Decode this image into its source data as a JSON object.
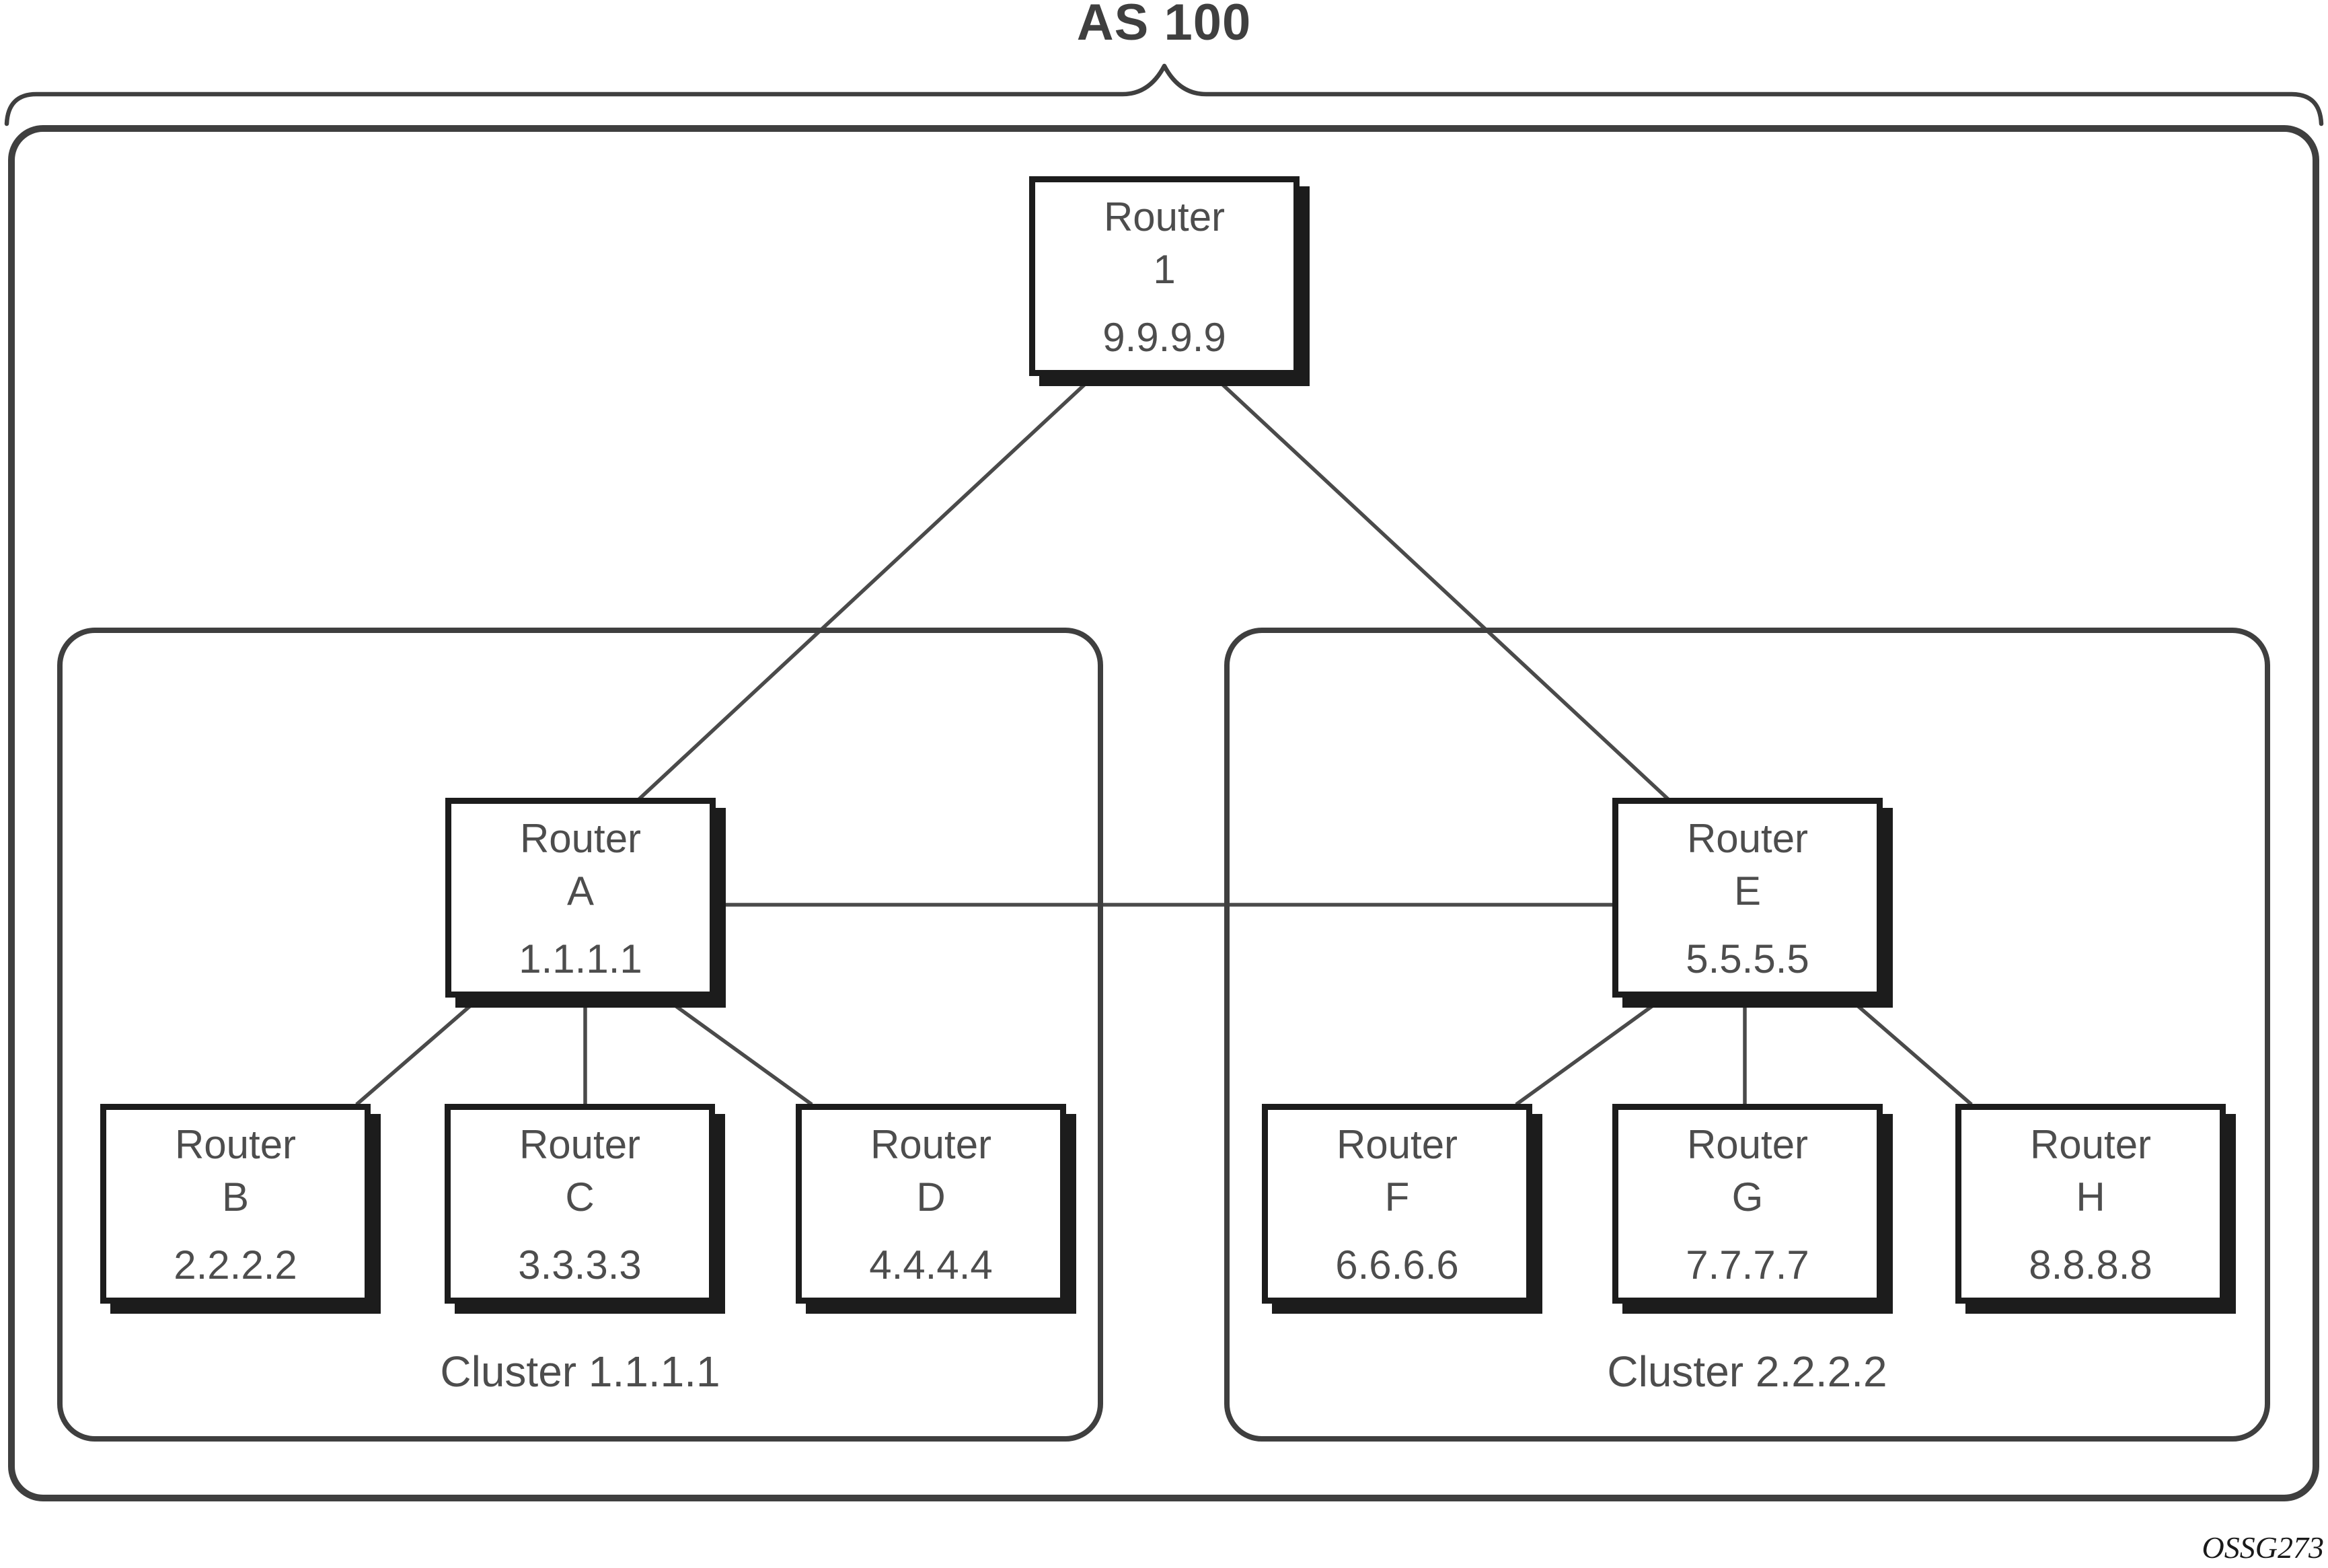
{
  "title": "AS 100",
  "figure_code": "OSSG273",
  "colors": {
    "box_border": "#1c1c1c",
    "outline": "#3f3f3f",
    "line": "#4a4a4a",
    "text": "#4d4d4d",
    "title_text": "#3f3f3f",
    "figure_text": "#1a1a1a"
  },
  "nodes": {
    "r1": {
      "type_label": "Router",
      "name": "1",
      "ip": "9.9.9.9"
    },
    "ra": {
      "type_label": "Router",
      "name": "A",
      "ip": "1.1.1.1"
    },
    "rb": {
      "type_label": "Router",
      "name": "B",
      "ip": "2.2.2.2"
    },
    "rc": {
      "type_label": "Router",
      "name": "C",
      "ip": "3.3.3.3"
    },
    "rd": {
      "type_label": "Router",
      "name": "D",
      "ip": "4.4.4.4"
    },
    "re": {
      "type_label": "Router",
      "name": "E",
      "ip": "5.5.5.5"
    },
    "rf": {
      "type_label": "Router",
      "name": "F",
      "ip": "6.6.6.6"
    },
    "rg": {
      "type_label": "Router",
      "name": "G",
      "ip": "7.7.7.7"
    },
    "rh": {
      "type_label": "Router",
      "name": "H",
      "ip": "8.8.8.8"
    }
  },
  "clusters": {
    "c1": {
      "label": "Cluster 1.1.1.1"
    },
    "c2": {
      "label": "Cluster 2.2.2.2"
    }
  },
  "links": [
    {
      "from": "Router 1",
      "to": "Router A"
    },
    {
      "from": "Router 1",
      "to": "Router E"
    },
    {
      "from": "Router A",
      "to": "Router E"
    },
    {
      "from": "Router A",
      "to": "Router B"
    },
    {
      "from": "Router A",
      "to": "Router C"
    },
    {
      "from": "Router A",
      "to": "Router D"
    },
    {
      "from": "Router E",
      "to": "Router F"
    },
    {
      "from": "Router E",
      "to": "Router G"
    },
    {
      "from": "Router E",
      "to": "Router H"
    }
  ]
}
